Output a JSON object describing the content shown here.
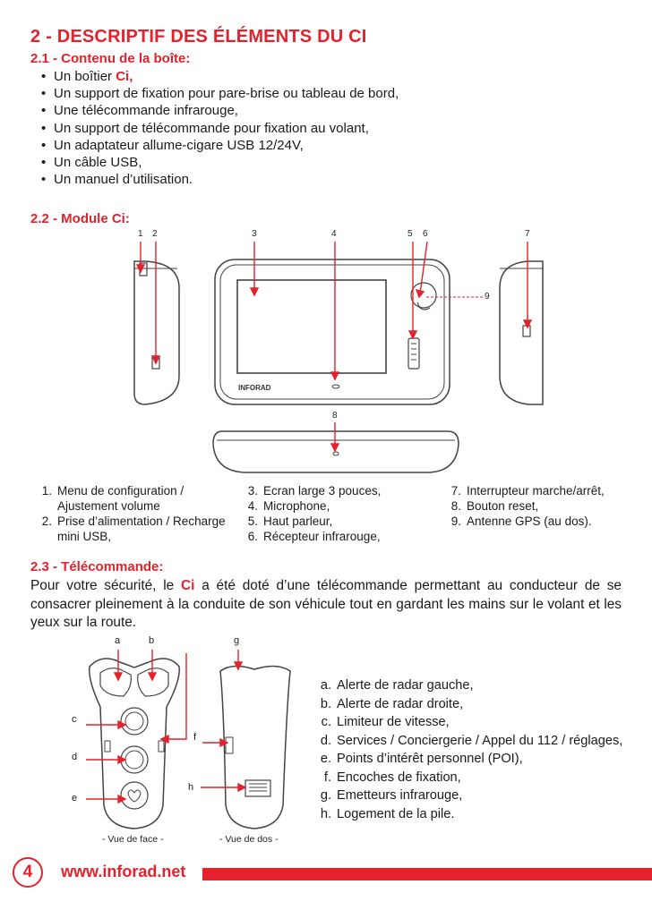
{
  "title": "2 - DESCRIPTIF DES ÉLÉMENTS DU CI",
  "box": {
    "heading": "2.1 - Contenu de la boîte:",
    "items": [
      "Un boîtier ",
      "Un support de fixation pour pare-brise ou tableau de bord,",
      "Une télécommande infrarouge,",
      "Un support de télécommande pour fixation au volant,",
      "Un adaptateur allume-cigare USB 12/24V,",
      "Un câble USB,",
      "Un manuel d’utilisation."
    ],
    "first_item_brand": "Ci,"
  },
  "module": {
    "heading": "2.2 - Module Ci:",
    "callouts": [
      "1",
      "2",
      "3",
      "4",
      "5",
      "6",
      "7",
      "8",
      "9"
    ],
    "device_logo": "INFORAD",
    "legend": [
      {
        "n": "1.",
        "text": "Menu de configuration / Ajustement volume"
      },
      {
        "n": "2.",
        "text": "Prise d’alimentation / Recharge mini USB,"
      },
      {
        "n": "3.",
        "text": "Ecran large 3 pouces,"
      },
      {
        "n": "4.",
        "text": "Microphone,"
      },
      {
        "n": "5.",
        "text": "Haut parleur,"
      },
      {
        "n": "6.",
        "text": "Récepteur infrarouge,"
      },
      {
        "n": "7.",
        "text": "Interrupteur marche/arrêt,"
      },
      {
        "n": "8.",
        "text": "Bouton reset,"
      },
      {
        "n": "9.",
        "text": "Antenne GPS (au dos)."
      }
    ]
  },
  "remote": {
    "heading": "2.3 - Télécommande:",
    "para_before": "Pour votre sécurité, le ",
    "para_brand": "Ci",
    "para_after": " a été doté d’une télécommande permettant au conducteur de se consacrer pleinement à la conduite de son véhicule tout en gardant les mains sur le volant et les yeux sur la route.",
    "labels": [
      "a",
      "b",
      "c",
      "d",
      "e",
      "f",
      "g",
      "h"
    ],
    "caption_front": "- Vue de face -",
    "caption_back": "- Vue de dos -",
    "legend": [
      {
        "n": "a.",
        "text": "Alerte de radar gauche,"
      },
      {
        "n": "b.",
        "text": "Alerte de radar droite,"
      },
      {
        "n": "c.",
        "text": "Limiteur de vitesse,"
      },
      {
        "n": "d.",
        "text": "Services / Conciergerie / Appel du 112 / réglages,"
      },
      {
        "n": "e.",
        "text": "Points d’intérêt personnel (POI),"
      },
      {
        "n": "f.",
        "text": "Encoches de fixation,"
      },
      {
        "n": "g.",
        "text": "Emetteurs infrarouge,"
      },
      {
        "n": "h.",
        "text": "Logement de la pile."
      }
    ]
  },
  "footer": {
    "page": "4",
    "url": "www.inforad.net"
  },
  "colors": {
    "accent": "#e3222b",
    "text": "#1a1a1a"
  }
}
